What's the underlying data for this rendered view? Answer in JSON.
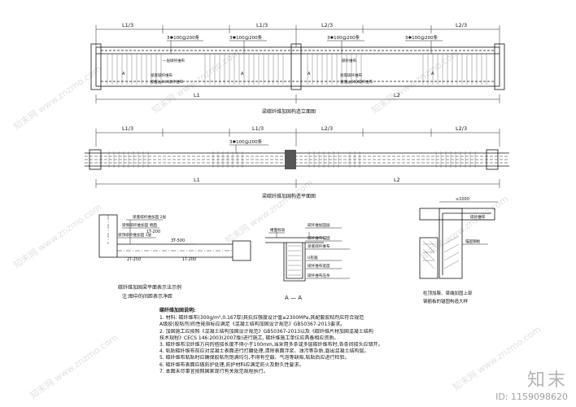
{
  "dims": {
    "top_left": "L1/3",
    "top_mid_left": "L1/3",
    "top_mid_right": "L2/3",
    "top_right": "L2/3",
    "span1": "L1",
    "span2": "L2"
  },
  "callouts": {
    "strap1": "3✱100@200条",
    "strap2": "3✱100@200条",
    "strap3": "3✱100@200条",
    "strap4": "3✱100@200条",
    "plan_strap": "3✱100@200条",
    "label_A": "A",
    "anchor1": "一层碳纤维布",
    "anchor2": "碳纤维布",
    "side1": "梁底碳纤维布",
    "side2": "梁底@600碳纤维布"
  },
  "titles": {
    "elevation": "梁碳纤维加固构造立面图",
    "plan": "梁碳纤维加固构造平面图",
    "section": "A — A",
    "legend": "碳纤维加固梁平面表示法示例",
    "legend_sub": "注:图中的间距表示净距",
    "node": "柱顶加腋、梁端加固上部\n钢筋板的锚固构造大样"
  },
  "legend_labels": {
    "l1": "梁底碳纤维加固 2层",
    "l2": "梁侧碳纤维加固 侧面",
    "l3": "梁顶碳纤维加固 1层",
    "l4": "1T-200",
    "l5": "3T-500",
    "l6": "2T-250",
    "l7": "1T-200"
  },
  "section_labels": {
    "s1": "楼面标高",
    "s2": "碳纤维加固层",
    "s3": "碳纤维布锚固",
    "s4": "梁底碳纤维布",
    "s5": "U形箍",
    "s6": "碳纤维布宽度",
    "s7": "碳纤维布压条"
  },
  "node_labels": {
    "n1": "≥1000",
    "n2": "碳纤维布",
    "n3": "锚固钢板"
  },
  "notes": {
    "heading": "碳纤维加固说明:",
    "items": [
      "1. 材料: 碳纤维布(300g/m²,0.167厚)其抗拉强度设计值≥2300MPa,其配套胶粘剂应符合规范",
      "   A级胶(胶粘剂)的性能指标应满足《混凝土结构加固设计规范》GB50367-2013要求。",
      "2. 加固施工应按照《混凝土结构加固设计规范》GB50367-2013以及《碳纤维片材加固混凝土结构",
      "   技术规程》CECS 146:2003(2007版)进行施工, 碳纤维施工单位应具备相应资质。",
      "3. 碳纤维布沿纤维方向的搭接长度不得小于100mm,当采用多条或多层碳纤维布时,各条间接头应错开。",
      "4. 粘贴碳纤维布前应对混凝土表面进行打磨处理,清除表面浮浆、油污等杂质,露出混凝土结构层。",
      "5. 碳纤维布粘贴时应确保胶粘剂饱满均匀,不得有空鼓、气泡等缺陷,粘贴后应进行检验。",
      "6. 碳纤维布表面应做防护处理,防护材料应满足防火及耐久性要求。",
      "7. 本图未尽事宜按照国家现行有关规范规程执行。"
    ]
  },
  "brand": {
    "logo": "知末",
    "id": "ID: 1159098620"
  },
  "watermark": "知末网 www.znzmo.com"
}
